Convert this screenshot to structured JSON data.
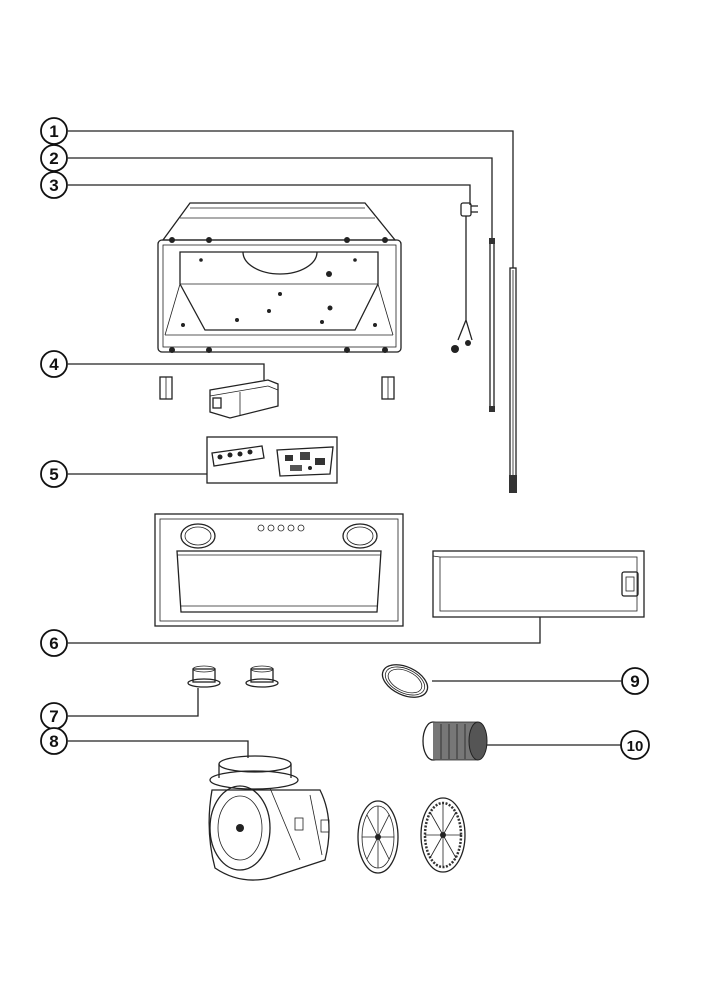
{
  "callouts": [
    {
      "id": "1",
      "label": "1"
    },
    {
      "id": "2",
      "label": "2"
    },
    {
      "id": "3",
      "label": "3"
    },
    {
      "id": "4",
      "label": "4"
    },
    {
      "id": "5",
      "label": "5"
    },
    {
      "id": "6",
      "label": "6"
    },
    {
      "id": "7",
      "label": "7"
    },
    {
      "id": "8",
      "label": "8"
    },
    {
      "id": "9",
      "label": "9"
    },
    {
      "id": "10",
      "label": "10"
    }
  ],
  "colors": {
    "line": "#222222",
    "background": "#ffffff"
  }
}
